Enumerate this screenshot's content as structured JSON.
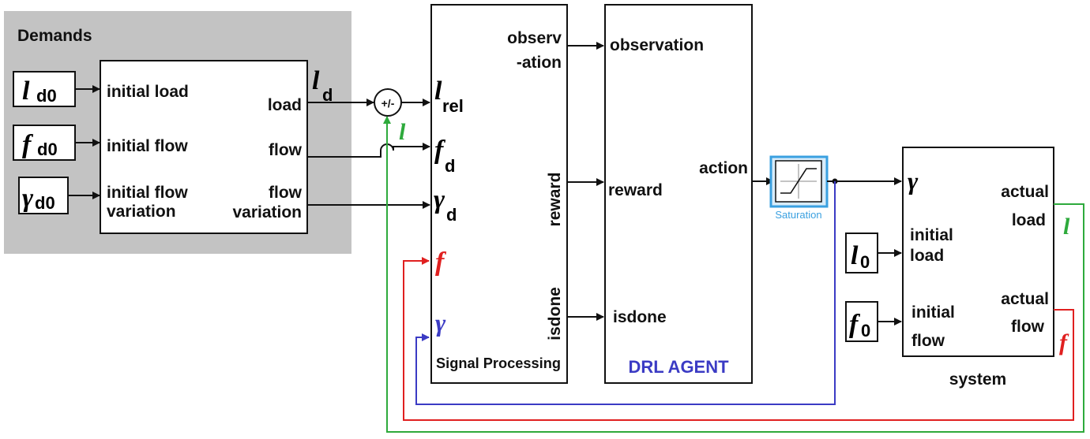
{
  "demands": {
    "title": "Demands",
    "background_color": "#c3c3c3",
    "block_ports_in": [
      "initial load",
      "initial flow",
      "initial flow",
      "variation"
    ],
    "block_ports_out": [
      "load",
      "flow",
      "flow",
      "variation"
    ],
    "const_ld0": {
      "sym": "l",
      "sub": "d0"
    },
    "const_fd0": {
      "sym": "f",
      "sub": "d0"
    },
    "const_gd0": {
      "sym": "γ",
      "sub": "d0"
    },
    "ld_label": {
      "sym": "l",
      "sub": "d"
    }
  },
  "sum_block": {
    "label": "+/-"
  },
  "signal_processing": {
    "name": "Signal Processing",
    "in_lrel": {
      "sym": "l",
      "sub": "rel"
    },
    "in_fd": {
      "sym": "f",
      "sub": "d"
    },
    "in_gd": {
      "sym": "γ",
      "sub": "d"
    },
    "in_f": "f",
    "in_gamma": "γ",
    "out_observation": [
      "observ",
      "-ation"
    ],
    "out_reward": "reward",
    "out_isdone": "isdone"
  },
  "drl_agent": {
    "name": "DRL AGENT",
    "name_color": "#3b3bc4",
    "in_observation": "observation",
    "in_reward": "reward",
    "in_isdone": "isdone",
    "out_action": "action"
  },
  "saturation": {
    "name": "Saturation",
    "color": "#3aa0e0",
    "icon": "saturation-icon"
  },
  "system": {
    "name": "system",
    "in_gamma": "γ",
    "in_initial_load": [
      "initial",
      "load"
    ],
    "in_initial_flow": [
      "initial",
      "flow"
    ],
    "out_actual_load": [
      "actual",
      "load"
    ],
    "out_actual_flow": [
      "actual",
      "flow"
    ],
    "const_l0": {
      "sym": "l",
      "sub": "0"
    },
    "const_f0": {
      "sym": "f",
      "sub": "0"
    }
  },
  "feedback": {
    "l_label": "l",
    "l_color": "#2eaa3c",
    "f_label": "f",
    "f_color": "#e02020",
    "gamma_color": "#3b3bc4"
  }
}
